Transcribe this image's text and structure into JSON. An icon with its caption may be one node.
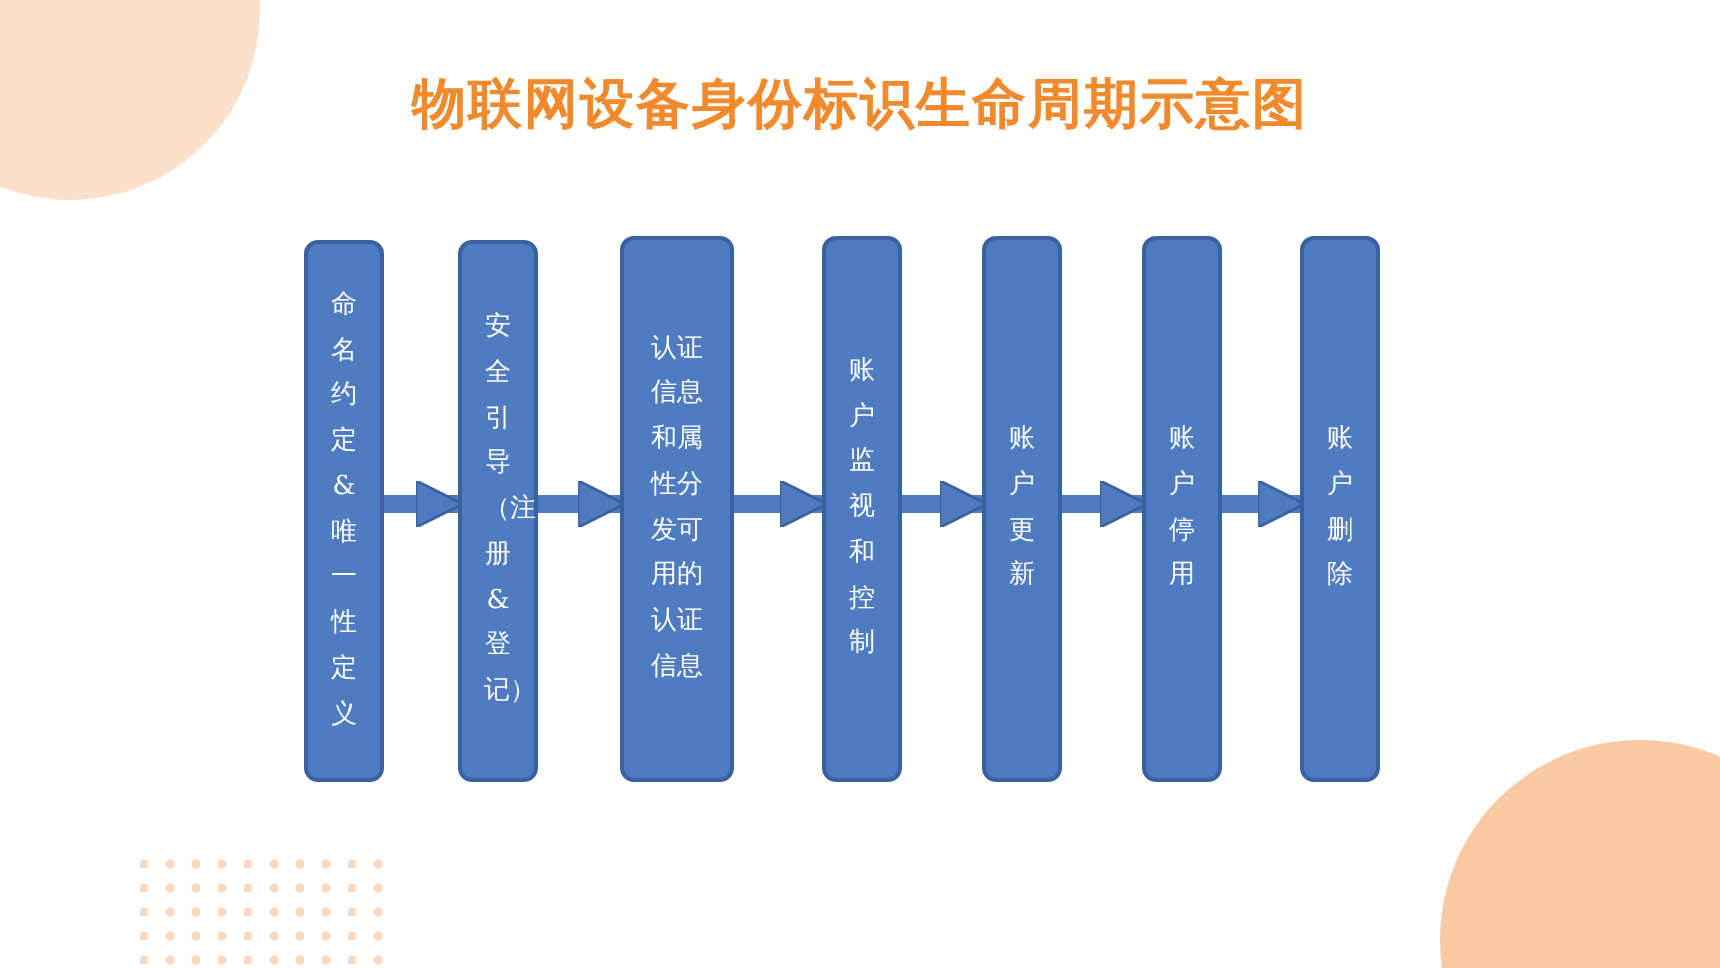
{
  "diagram": {
    "title": "物联网设备身份标识生命周期示意图",
    "nodes": [
      {
        "text": [
          "命名约定&唯一性定义"
        ]
      },
      {
        "text": [
          "安全引导（注册&登记）"
        ]
      },
      {
        "text": [
          "认证信息和属性分发可用的认证信息"
        ]
      },
      {
        "text": [
          "账户监视和控制"
        ]
      },
      {
        "text": [
          "账户更新"
        ]
      },
      {
        "text": [
          "账户停用"
        ]
      },
      {
        "text": [
          "账户删除"
        ]
      }
    ],
    "edges": [
      {
        "from": 0,
        "to": 1,
        "arrow": "to"
      },
      {
        "from": 1,
        "to": 2,
        "arrow": "to"
      },
      {
        "from": 2,
        "to": 3,
        "arrow": "to"
      },
      {
        "from": 3,
        "to": 4,
        "arrow": "to"
      },
      {
        "from": 4,
        "to": 5,
        "arrow": "to"
      },
      {
        "from": 5,
        "to": 6,
        "arrow": "to"
      }
    ]
  }
}
